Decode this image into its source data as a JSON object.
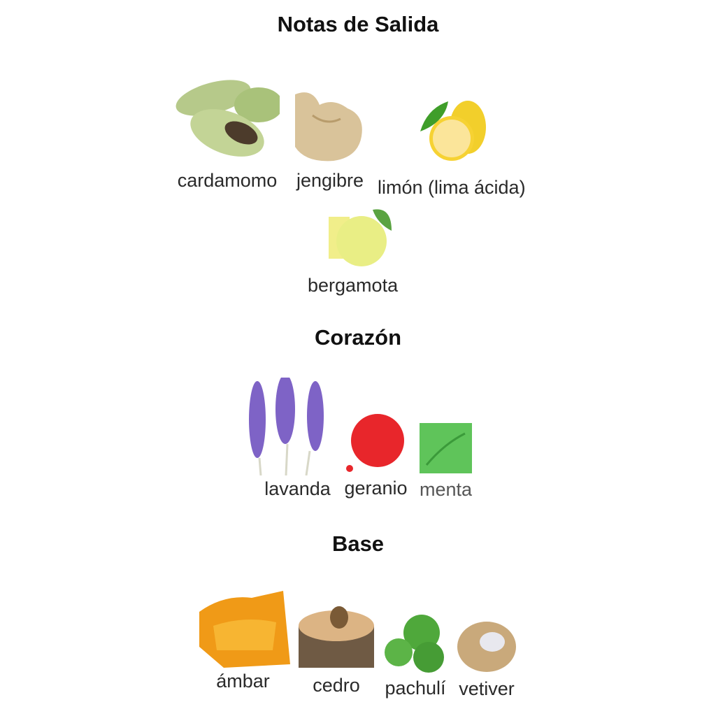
{
  "sections": [
    {
      "title": "Notas de Salida",
      "notes": [
        {
          "label": "cardamomo",
          "icon": "cardamom-image"
        },
        {
          "label": "jengibre",
          "icon": "ginger-image"
        },
        {
          "label": "limón (lima ácida)",
          "icon": "lemon-image"
        },
        {
          "label": "bergamota",
          "icon": "bergamot-image"
        }
      ]
    },
    {
      "title": "Corazón",
      "notes": [
        {
          "label": "lavanda",
          "icon": "lavender-image"
        },
        {
          "label": "geranio",
          "icon": "geranium-image"
        },
        {
          "label": "menta",
          "icon": "mint-image"
        }
      ]
    },
    {
      "title": "Base",
      "notes": [
        {
          "label": "ámbar",
          "icon": "amber-image"
        },
        {
          "label": "cedro",
          "icon": "cedar-image"
        },
        {
          "label": "pachulí",
          "icon": "patchouli-image"
        },
        {
          "label": "vetiver",
          "icon": "vetiver-image"
        }
      ]
    }
  ]
}
